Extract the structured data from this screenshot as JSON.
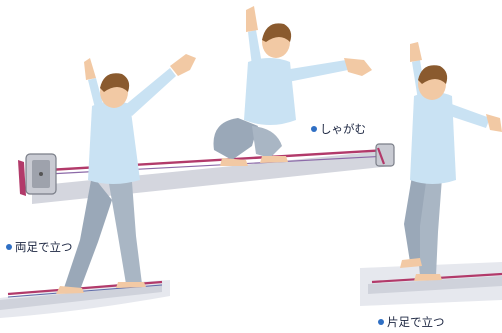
{
  "labels": {
    "squat": "しゃがむ",
    "stand_both": "両足で立つ",
    "stand_one": "片足で立つ"
  },
  "colors": {
    "bullet": "#2f6fc4",
    "shirt": "#c9e2f3",
    "pants": "#9aa8b8",
    "hair": "#8a5a2e",
    "skin": "#f2c9a4",
    "strap": "#b23a6a",
    "strap_band": "#d4d6de",
    "ground": "#e6e8ee"
  }
}
